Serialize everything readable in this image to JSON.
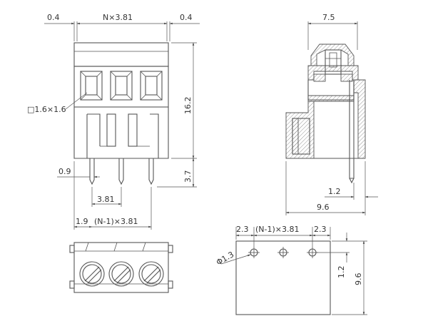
{
  "front_view": {
    "dim_left_gap": "0.4",
    "dim_pitch": "N×3.81",
    "dim_right_gap": "0.4",
    "dim_height": "16.2",
    "dim_pin_length": "3.7",
    "dim_pin_width": "0.9",
    "dim_pin_pitch": "3.81",
    "dim_first_pin": "1.9",
    "dim_span": "(N-1)×3.81",
    "hole_label": "□1.6×1.6"
  },
  "side_view": {
    "dim_width": "7.5",
    "dim_pin_offset": "1.2",
    "dim_base": "9.6"
  },
  "pcb_view": {
    "dim_left": "2.3",
    "dim_span": "(N-1)×3.81",
    "dim_right": "2.3",
    "dim_hole_dia": "Φ1.3",
    "dim_hole_offset": "1.2",
    "dim_height": "9.6"
  }
}
